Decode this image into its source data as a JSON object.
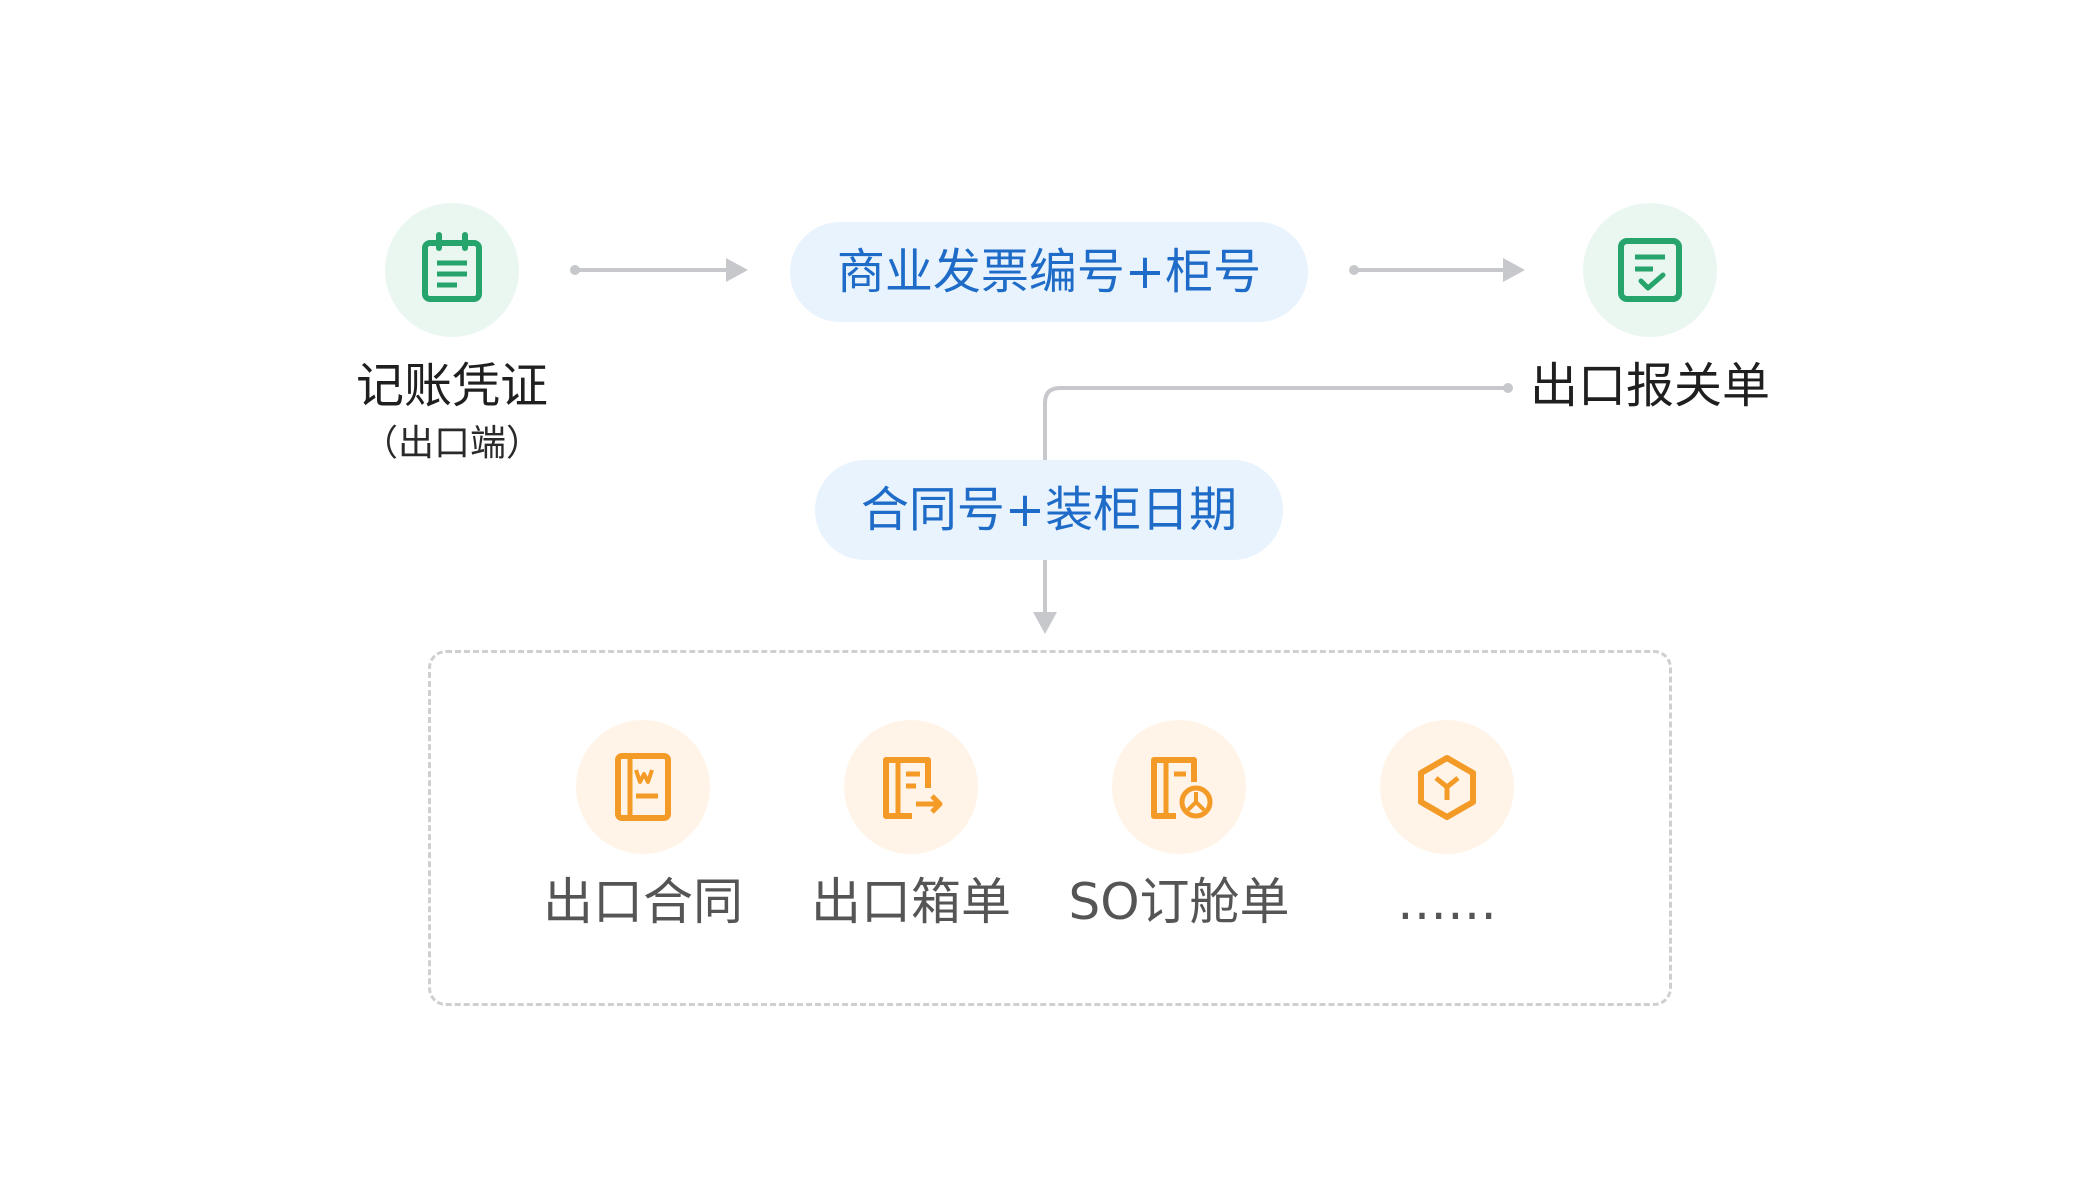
{
  "colors": {
    "connector": "#c6c8cc",
    "green_accent": "#26a46b",
    "orange_accent": "#f39a27",
    "pill_text": "#1e6bc8"
  },
  "source_node": {
    "icon": "calendar-list-icon",
    "label": "记账凭证",
    "sub_label": "（出口端）"
  },
  "middle_link": {
    "label": "商业发票编号+柜号"
  },
  "target_node": {
    "icon": "checklist-icon",
    "label": "出口报关单"
  },
  "lower_link": {
    "label": "合同号+装柜日期"
  },
  "documents": [
    {
      "icon": "contract-icon",
      "label": "出口合同"
    },
    {
      "icon": "packing-list-icon",
      "label": "出口箱单"
    },
    {
      "icon": "booking-order-icon",
      "label": "SO订舱单"
    },
    {
      "icon": "cube-icon",
      "label": "……"
    }
  ]
}
